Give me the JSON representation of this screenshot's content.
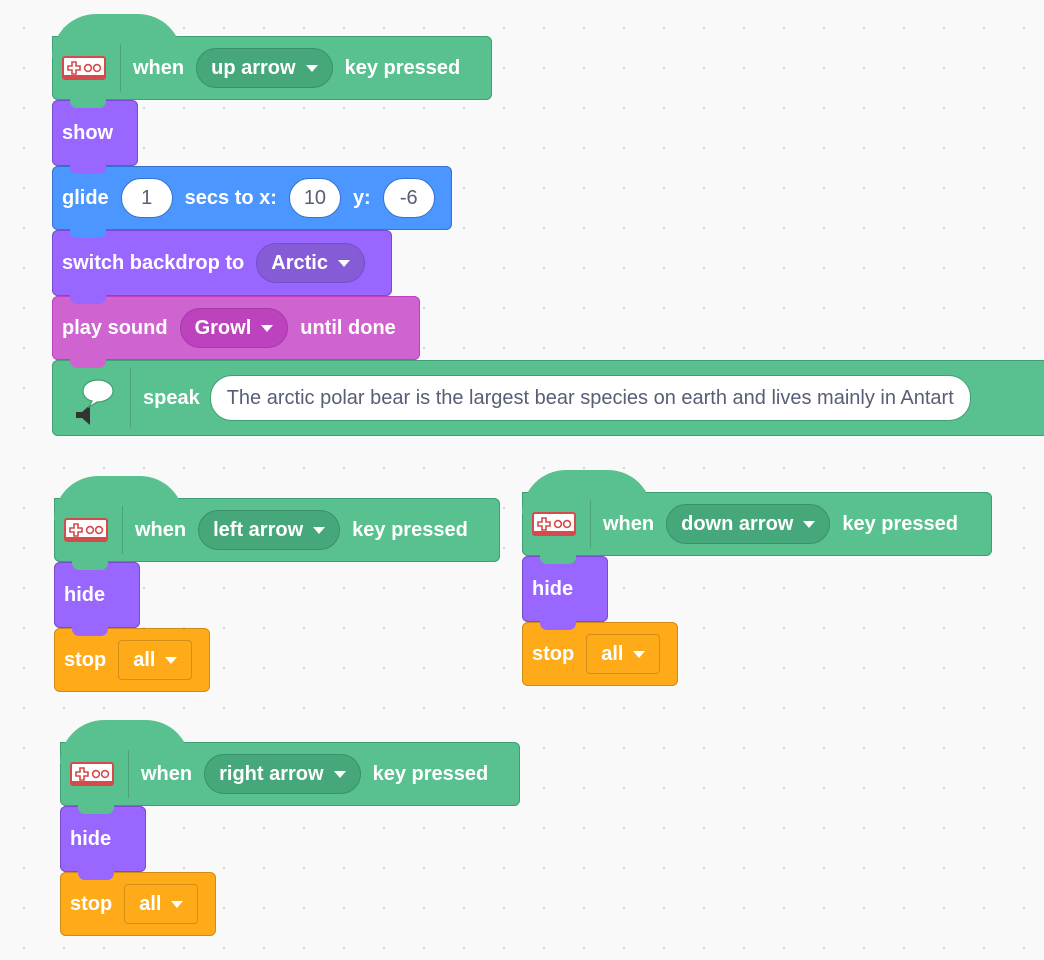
{
  "scripts": [
    {
      "hat": {
        "when_label": "when",
        "key": "up arrow",
        "suffix": "key pressed"
      },
      "blocks": {
        "show_label": "show",
        "glide": {
          "label": "glide",
          "secs": "1",
          "secs_label": "secs to x:",
          "x": "10",
          "y_label": "y:",
          "y": "-6"
        },
        "backdrop": {
          "label": "switch backdrop to",
          "value": "Arctic"
        },
        "sound": {
          "label": "play sound",
          "value": "Growl",
          "suffix": "until done"
        },
        "speak": {
          "label": "speak",
          "text": "The arctic polar bear is the largest bear species on earth and lives mainly in Antart"
        }
      }
    },
    {
      "hat": {
        "when_label": "when",
        "key": "left arrow",
        "suffix": "key pressed"
      },
      "blocks": {
        "hide_label": "hide",
        "stop_label": "stop",
        "stop_value": "all"
      }
    },
    {
      "hat": {
        "when_label": "when",
        "key": "down arrow",
        "suffix": "key pressed"
      },
      "blocks": {
        "hide_label": "hide",
        "stop_label": "stop",
        "stop_value": "all"
      }
    },
    {
      "hat": {
        "when_label": "when",
        "key": "right arrow",
        "suffix": "key pressed"
      },
      "blocks": {
        "hide_label": "hide",
        "stop_label": "stop",
        "stop_value": "all"
      }
    }
  ],
  "icons": {
    "makey": "makey-makey-extension-icon",
    "speak": "text-to-speech-icon"
  },
  "colors": {
    "events_green": "#59c08f",
    "looks_purple": "#9966ff",
    "motion_blue": "#4c97ff",
    "sound_pink": "#cf63cf",
    "control_orange": "#ffab19"
  }
}
